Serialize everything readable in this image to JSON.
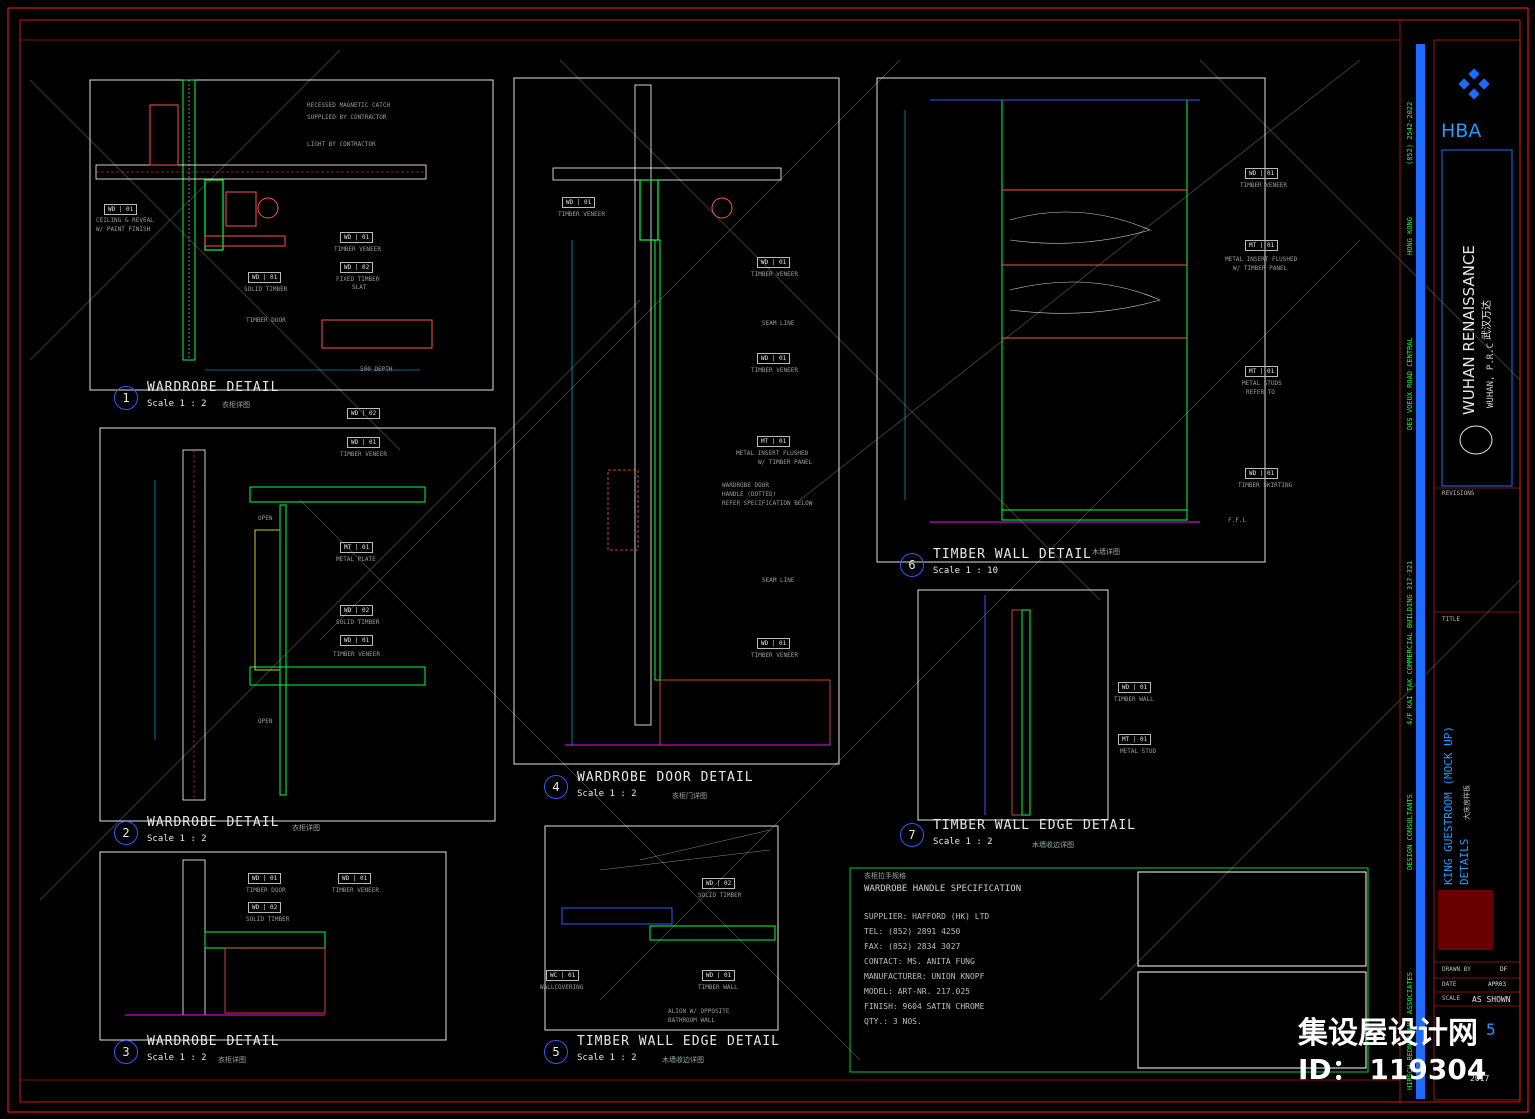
{
  "details": [
    {
      "num": "1",
      "title": "WARDROBE DETAIL",
      "scale": "Scale 1 : 2",
      "cn": "衣柜详图"
    },
    {
      "num": "2",
      "title": "WARDROBE DETAIL",
      "scale": "Scale 1 : 2",
      "cn": "衣柜详图"
    },
    {
      "num": "3",
      "title": "WARDROBE DETAIL",
      "scale": "Scale 1 : 2",
      "cn": "衣柜详图"
    },
    {
      "num": "4",
      "title": "WARDROBE DOOR DETAIL",
      "scale": "Scale 1 : 2",
      "cn": "衣柜门详图"
    },
    {
      "num": "5",
      "title": "TIMBER WALL EDGE DETAIL",
      "scale": "Scale 1 : 2",
      "cn": "木墙收边详图"
    },
    {
      "num": "6",
      "title": "TIMBER WALL DETAIL",
      "scale": "Scale 1 : 10",
      "cn": "木墙详图"
    },
    {
      "num": "7",
      "title": "TIMBER WALL EDGE DETAIL",
      "scale": "Scale 1 : 2",
      "cn": "木墙收边详图"
    }
  ],
  "annotations": {
    "d1": {
      "magnetic": "RECESSED MAGNETIC CATCH",
      "by_contractor": "SUPPLIED BY CONTRACTOR",
      "light": "LIGHT BY CONTRACTOR",
      "ceiling_1": "CEILING & REVEAL",
      "ceiling_2": "W/ PAINT FINISH",
      "tag_wd01a": "WD | 01",
      "tag_wd01b": "WD | 01",
      "tag_wd02": "WD | 02",
      "tag_wd01c": "WD | 01",
      "timber_veneer": "TIMBER VENEER",
      "fixed_slat_1": "FIXED TIMBER",
      "fixed_slat_2": "SLAT",
      "solid_timber": "SOLID TIMBER",
      "timber_door": "TIMBER DOOR",
      "depth": "500 DEPTH"
    },
    "d2": {
      "tag_wd02": "WD | 02",
      "tag_wd01a": "WD | 01",
      "tag_mt01": "MT | 01",
      "tag_wd02b": "WD | 02",
      "tag_wd01b": "WD | 01",
      "timber_veneer": "TIMBER VENEER",
      "metal_plate": "METAL PLATE",
      "solid_timber": "SOLID TIMBER",
      "timber_veneer2": "TIMBER VENEER",
      "open1": "OPEN",
      "open2": "OPEN"
    },
    "d3": {
      "tag_wd01": "WD | 01",
      "tag_wd02": "WD | 02",
      "tag_wd01b": "WD | 01",
      "timber_door": "TIMBER DOOR",
      "solid_timber": "SOLID TIMBER",
      "timber_veneer": "TIMBER VENEER"
    },
    "d4": {
      "tag_wd01a": "WD | 01",
      "timber_veneer_a": "TIMBER VENEER",
      "tag_wd01b": "WD | 01",
      "timber_veneer_b": "TIMBER VENEER",
      "seam1": "SEAM LINE",
      "tag_wd01c": "WD | 01",
      "timber_veneer_c": "TIMBER VENEER",
      "tag_mt01": "MT | 01",
      "insert_1": "METAL INSERT FLUSHED",
      "insert_2": "W/ TIMBER PANEL",
      "handle_1": "WARDROBE DOOR",
      "handle_2": "HANDLE (DOTTED)",
      "handle_3": "REFER SPECIFICATION BELOW",
      "seam2": "SEAM LINE",
      "tag_wd01d": "WD | 01",
      "timber_veneer_d": "TIMBER VENEER"
    },
    "d5": {
      "tag_wd02": "WD | 02",
      "solid_timber": "SOLID TIMBER",
      "tag_wc01": "WC | 01",
      "wallcovering": "WALLCOVERING",
      "tag_wd01": "WD | 01",
      "timber_wall": "TIMBER WALL",
      "align_1": "ALIGN W/ OPPOSITE",
      "align_2": "BATHROOM WALL"
    },
    "d6": {
      "tag_wd01a": "WD | 01",
      "timber_veneer": "TIMBER VENEER",
      "tag_mt01": "MT | 01",
      "insert_1": "METAL INSERT FLUSHED",
      "insert_2": "W/ TIMBER PANEL",
      "tag_mt01b": "MT | 01",
      "studs_1": "METAL STUDS",
      "studs_2": "REFER TO",
      "tag_wd01b": "WD | 01",
      "skirting": "TIMBER SKIRTING",
      "ffl": "F.F.L"
    },
    "d7": {
      "tag_wd01": "WD | 01",
      "timber_wall": "TIMBER WALL",
      "tag_mt01": "MT | 01",
      "metal_stud": "METAL STUD"
    }
  },
  "spec": {
    "title": "WARDROBE HANDLE SPECIFICATION",
    "cn": "衣柜拉手规格",
    "lines": [
      "SUPPLIER: HAFFORD (HK) LTD",
      "TEL: (852) 2891 4250",
      "FAX: (852) 2834 3027",
      "CONTACT: MS. ANITA FUNG",
      "MANUFACTURER: UNION KNOPF",
      "MODEL: ART-NR. 217.025",
      "FINISH: 9604 SATIN CHROME",
      "QTY.: 3 NOS."
    ]
  },
  "titleblock": {
    "firm": "HBA",
    "project_1": "WUHAN RENAISSANCE",
    "project_2": "武汉万达",
    "location": "WUHAN, P.R.C",
    "address_1": "HIRSCH BEDNER AND ASSOCIATES",
    "address_2": "DESIGN CONSULTANTS",
    "address_3": "4/F KAI TAK COMMERCIAL BUILDING 317-321",
    "address_4": "DES VOEUX ROAD CENTRAL",
    "address_5": "HONG KONG",
    "phone": "(852) 2542-2022",
    "drawing_1": "KING GUESTROOM (MOCK UP)",
    "drawing_2": "DETAILS",
    "drawing_cn": "大床房样板",
    "drawn_by_label": "DRAWN BY",
    "drawn_by": "DF",
    "date_label": "DATE",
    "date": "APR03",
    "scale_label": "SCALE",
    "scale": "AS SHOWN",
    "sheet_no": "5",
    "year": "2017",
    "revisions": "REVISIONS",
    "title_label": "TITLE"
  },
  "watermark": {
    "brand": "集设屋设计网",
    "id": "ID： 119304"
  },
  "colors": {
    "background": "#000000",
    "frame": "#ff2020",
    "wall": "#00ff40",
    "accent_blue": "#1e6bff",
    "hatch": "#ffffff",
    "dimension": "#00d0ff",
    "floor": "#ff00ff"
  }
}
